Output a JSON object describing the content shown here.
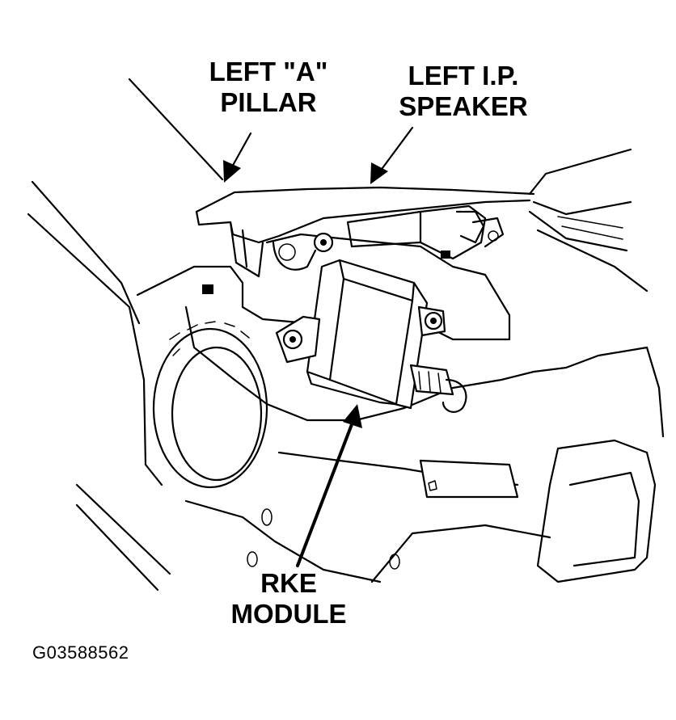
{
  "labels": {
    "a_pillar": [
      "LEFT \"A\"",
      "PILLAR"
    ],
    "ip_speaker": [
      "LEFT I.P.",
      "SPEAKER"
    ],
    "rke_module": [
      "RKE",
      "MODULE"
    ]
  },
  "figure_id": "G03588562",
  "colors": {
    "ink": "#000000",
    "paper": "#ffffff"
  }
}
